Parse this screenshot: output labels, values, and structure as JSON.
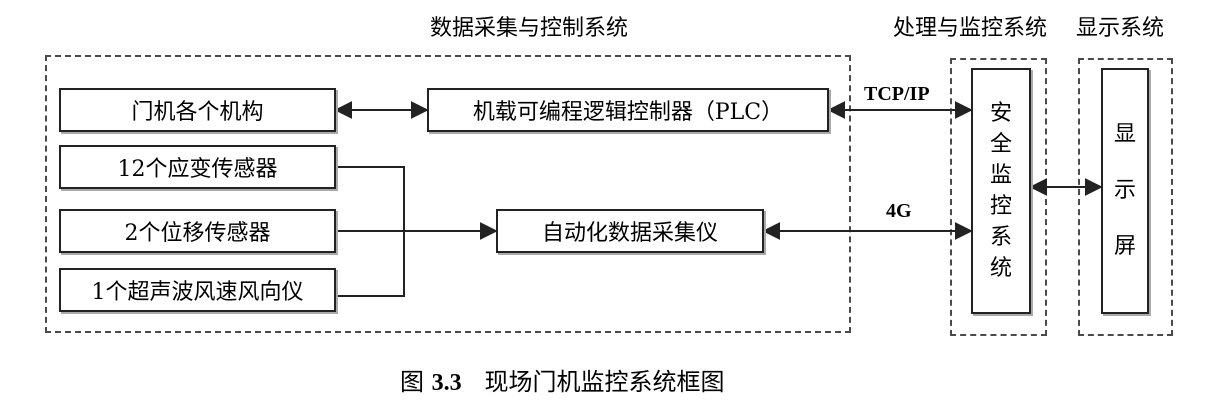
{
  "sections": {
    "acquisition_title": "数据采集与控制系统",
    "processing_title": "处理与监控系统",
    "display_title": "显示系统"
  },
  "boxes": {
    "gantry_mechanisms": "门机各个机构",
    "plc": "机载可编程逻辑控制器（PLC）",
    "strain_sensors": "12个应变传感器",
    "displacement_sensors": "2个位移传感器",
    "anemometer": "1个超声波风速风向仪",
    "data_acquisition": "自动化数据采集仪",
    "safety_monitoring": [
      "安",
      "全",
      "监",
      "控",
      "系",
      "统"
    ],
    "display_screen": [
      "显",
      "示",
      "屏"
    ]
  },
  "links": {
    "tcp_ip": "TCP/IP",
    "cellular": "4G"
  },
  "caption": {
    "prefix": "图",
    "number": "3.3",
    "text": "现场门机监控系统框图"
  }
}
